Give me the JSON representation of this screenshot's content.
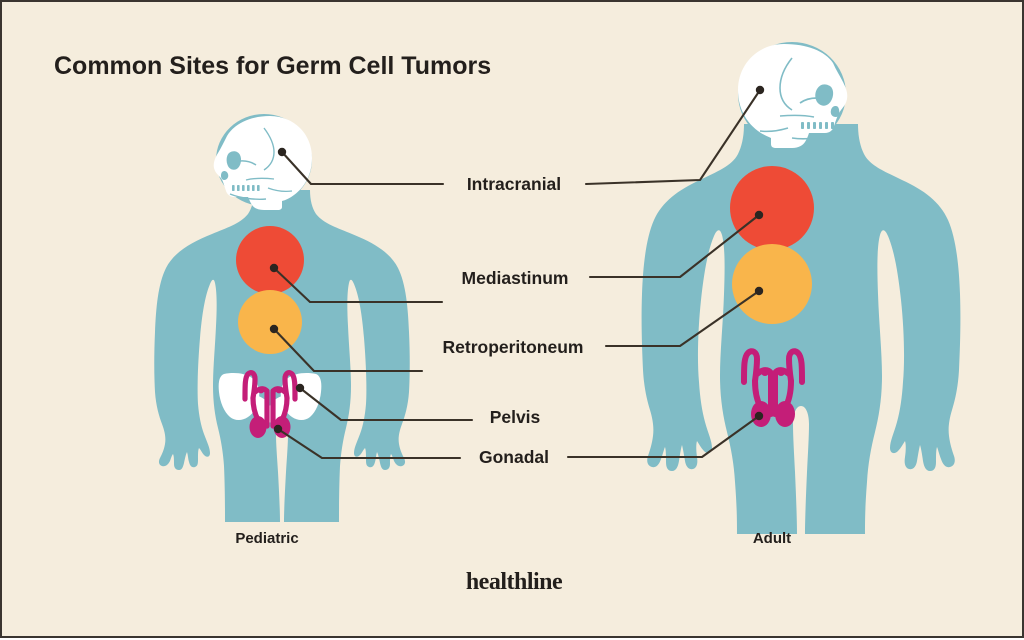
{
  "title": "Common Sites for Germ Cell Tumors",
  "logo": "healthline",
  "figures": [
    {
      "key": "pediatric",
      "caption": "Pediatric"
    },
    {
      "key": "adult",
      "caption": "Adult"
    }
  ],
  "callouts": [
    {
      "label": "Intracranial",
      "site": "brain",
      "color": "#F5EDDD"
    },
    {
      "label": "Mediastinum",
      "site": "chest",
      "color": "#EE4B36"
    },
    {
      "label": "Retroperitoneum",
      "site": "abdomen",
      "color": "#F9B54B"
    },
    {
      "label": "Pelvis",
      "site": "pelvic-bones",
      "color": "#FFFFFF"
    },
    {
      "label": "Gonadal",
      "site": "gonads",
      "color": "#C41E78"
    }
  ],
  "colors": {
    "background": "#F5EDDD",
    "border": "#3a3530",
    "body": "#80BCC6",
    "bone": "#FFFFFF",
    "mediastinum": "#EE4B36",
    "retroperitoneum": "#F9B54B",
    "gonadal": "#C41E78",
    "text": "#231f1c",
    "leader_line": "#3a3228"
  }
}
